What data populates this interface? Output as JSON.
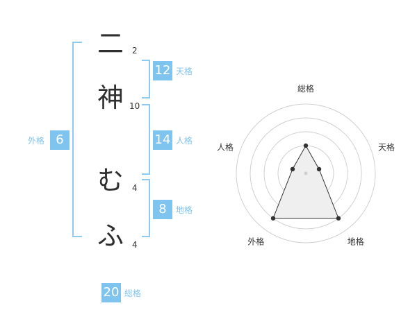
{
  "name": {
    "chars": [
      {
        "char": "二",
        "strokes": "2"
      },
      {
        "char": "神",
        "strokes": "10"
      },
      {
        "char": "む",
        "strokes": "4"
      },
      {
        "char": "ふ",
        "strokes": "4"
      }
    ]
  },
  "scores": {
    "tenkaku": {
      "value": "12",
      "label": "天格"
    },
    "jinkaku": {
      "value": "14",
      "label": "人格"
    },
    "chikaku": {
      "value": "8",
      "label": "地格"
    },
    "gaikaku": {
      "value": "6",
      "label": "外格"
    },
    "soukaku": {
      "value": "20",
      "label": "総格"
    }
  },
  "chart_data": {
    "type": "radar",
    "axes": [
      "総格",
      "天格",
      "地格",
      "外格",
      "人格"
    ],
    "values": [
      2,
      1,
      4,
      4,
      1
    ],
    "max": 5,
    "colors": {
      "fill": "#efefef",
      "stroke": "#333333",
      "grid": "#d0d0d0"
    }
  }
}
